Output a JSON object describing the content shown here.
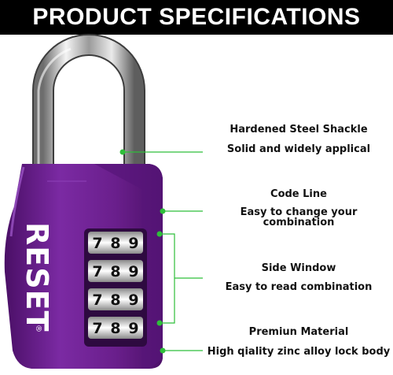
{
  "banner": {
    "title": "PRODUCT SPECIFICATIONS"
  },
  "product": {
    "brand": "RESET",
    "registered_mark": "®",
    "color": "#6a1f8c",
    "dials": [
      [
        "7",
        "8",
        "9"
      ],
      [
        "7",
        "8",
        "9"
      ],
      [
        "7",
        "8",
        "9"
      ],
      [
        "7",
        "8",
        "9"
      ]
    ]
  },
  "callout_color": "#2fbf3a",
  "specs": [
    {
      "title": "Hardened Steel Shackle",
      "detail": "Solid and widely applical"
    },
    {
      "title": "Code Line",
      "detail": "Easy to change your combination"
    },
    {
      "title": "Side Window",
      "detail": "Easy to read combination"
    },
    {
      "title": "Premiun Material",
      "detail": "High qiality zinc alloy lock body"
    }
  ]
}
